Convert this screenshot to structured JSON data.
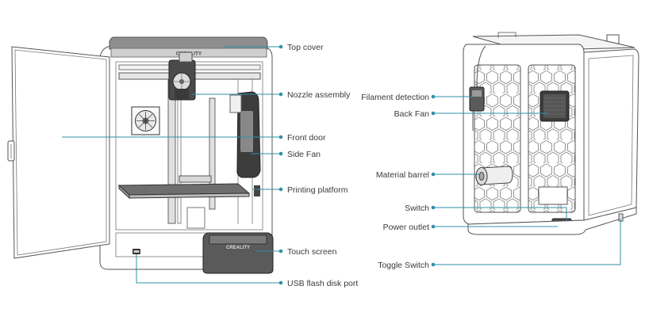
{
  "brand": "CREALITY",
  "accent_color": "#2f8fa8",
  "front_view": {
    "labels": {
      "top_cover": "Top cover",
      "nozzle_assembly": "Nozzle assembly",
      "front_door": "Front door",
      "side_fan": "Side Fan",
      "printing_platform": "Printing platform",
      "touch_screen": "Touch screen",
      "usb_port": "USB flash disk port"
    }
  },
  "back_view": {
    "labels": {
      "filament_detection": "Filament detection",
      "back_fan": "Back Fan",
      "material_barrel": "Material barrel",
      "switch": "Switch",
      "power_outlet": "Power outlet",
      "toggle_switch": "Toggle Switch"
    }
  }
}
